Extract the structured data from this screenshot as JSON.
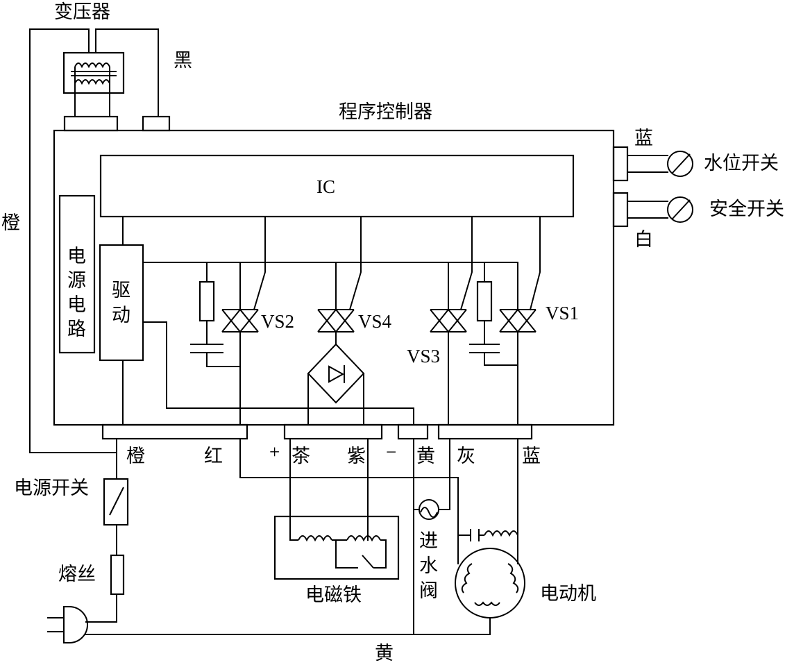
{
  "labels": {
    "transformer": "变压器",
    "black": "黑",
    "program_controller": "程序控制器",
    "ic": "IC",
    "blue_top": "蓝",
    "water_level_switch": "水位开关",
    "safety_switch": "安全开关",
    "white": "白",
    "orange_left": "橙",
    "power_circuit": "电源电路",
    "drive": "驱动",
    "vs2": "VS2",
    "vs4": "VS4",
    "vs3": "VS3",
    "vs1": "VS1",
    "orange_bottom": "橙",
    "red": "红",
    "plus": "+",
    "brown": "茶",
    "purple": "紫",
    "minus": "−",
    "yellow": "黄",
    "gray": "灰",
    "blue_bottom": "蓝",
    "power_switch": "电源开关",
    "fuse": "熔丝",
    "electromagnet": "电磁铁",
    "inlet_valve": "进水阀",
    "motor": "电动机",
    "yellow_bottom": "黄"
  }
}
